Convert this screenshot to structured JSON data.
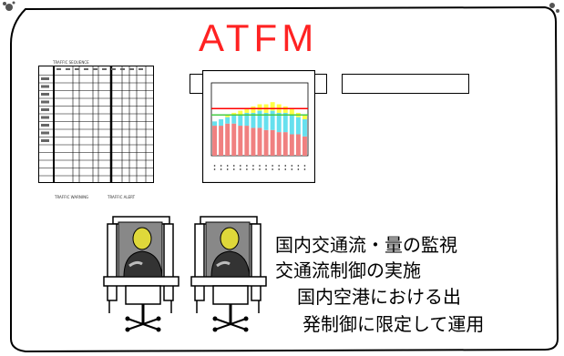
{
  "title": "ATFM",
  "description_lines": [
    "国内交通流・量の監視",
    "交通流制御の実施",
    "国内空港における出",
    "発制御に限定して運用"
  ],
  "table_caption": "TRAFFIC SEQUENCE",
  "bottom_captions": [
    "TRAFFIC WARNING",
    "TRAFFIC ALERT"
  ],
  "colors": {
    "title": "#ff2222",
    "bar_main": "#f08080",
    "bar_top1": "#66e0ee",
    "bar_top2": "#ffff44",
    "threshold": "#ff0000",
    "level": "#44cc44"
  },
  "chart_data": {
    "type": "bar",
    "values": [
      {
        "base": 7,
        "cyan": 1,
        "yellow": 0
      },
      {
        "base": 7,
        "cyan": 1.5,
        "yellow": 0
      },
      {
        "base": 7.5,
        "cyan": 1.5,
        "yellow": 0.5
      },
      {
        "base": 7.5,
        "cyan": 2,
        "yellow": 0.5
      },
      {
        "base": 7,
        "cyan": 2.5,
        "yellow": 1
      },
      {
        "base": 7,
        "cyan": 3,
        "yellow": 1
      },
      {
        "base": 6.5,
        "cyan": 3.5,
        "yellow": 1.5
      },
      {
        "base": 6.5,
        "cyan": 4,
        "yellow": 1.5
      },
      {
        "base": 6,
        "cyan": 4,
        "yellow": 2
      },
      {
        "base": 6,
        "cyan": 4.5,
        "yellow": 2
      },
      {
        "base": 5.5,
        "cyan": 4.5,
        "yellow": 2
      },
      {
        "base": 5.5,
        "cyan": 4.5,
        "yellow": 1.5
      },
      {
        "base": 5,
        "cyan": 4.5,
        "yellow": 1.5
      },
      {
        "base": 5,
        "cyan": 4,
        "yellow": 1
      },
      {
        "base": 4.5,
        "cyan": 4,
        "yellow": 1
      }
    ],
    "ylim": [
      0,
      17
    ],
    "threshold": 11,
    "level": 9.5
  }
}
